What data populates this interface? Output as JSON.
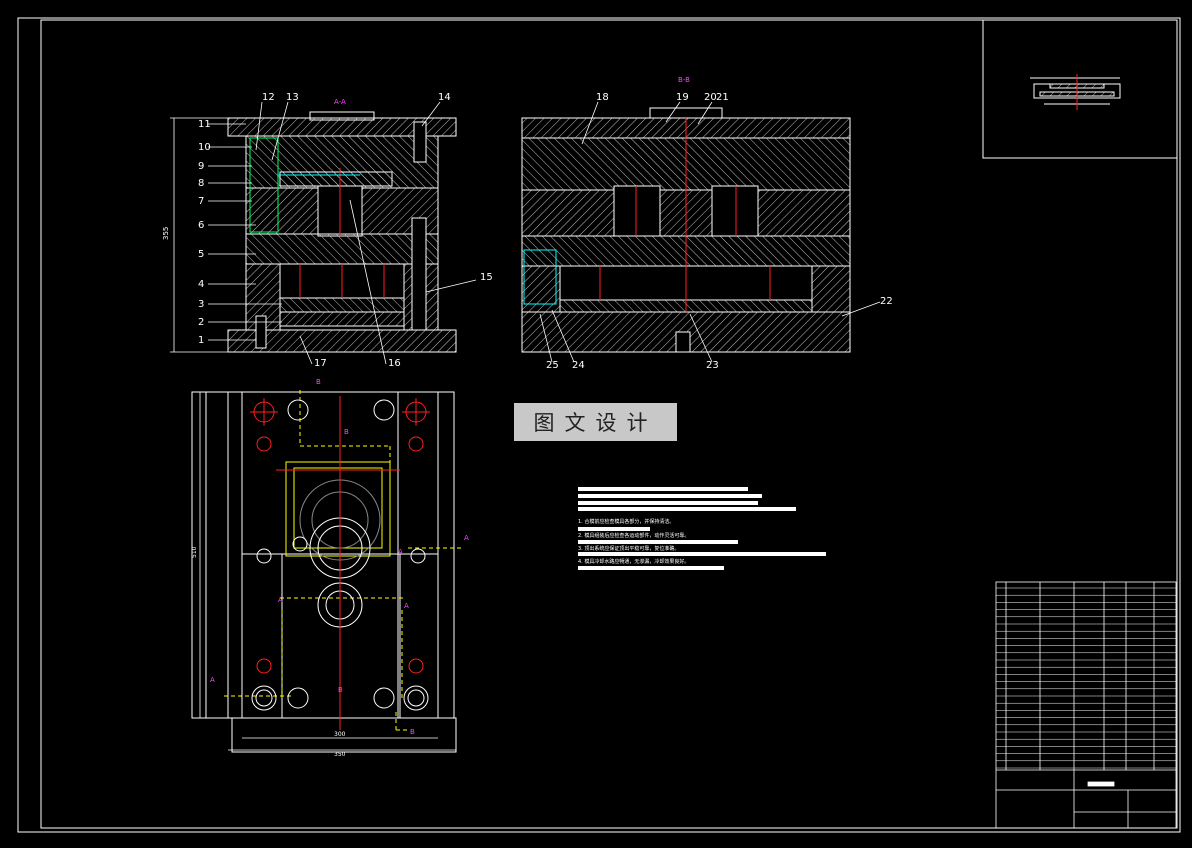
{
  "sections": {
    "aa": "A-A",
    "bb": "B-B"
  },
  "callouts_left": [
    "11",
    "10",
    "9",
    "8",
    "7",
    "6",
    "5",
    "4",
    "3",
    "2",
    "1"
  ],
  "callouts_top": [
    "12",
    "13",
    "14"
  ],
  "callouts_right": [
    "15",
    "17",
    "16"
  ],
  "callouts_b": [
    "18",
    "19",
    "20",
    "21",
    "22",
    "25",
    "24",
    "23"
  ],
  "dimensions": {
    "height": "355",
    "plan_width_inner": "300",
    "plan_width_outer": "350",
    "plan_height": "510"
  },
  "plan_marks": {
    "a": "A",
    "b": "B"
  },
  "watermark": "图文设计",
  "notes": [
    "1. 合模前应检查模具各部分，并保持清洁。",
    "2. 模具组装后应检查各运动部件，动作灵活可靠。",
    "3. 顶出系统应保证顶出平稳可靠，复位准确。",
    "4. 模具冷却水路应畅通，无渗漏，冷却效果良好。"
  ],
  "colors": {
    "line": "#ffffff",
    "red": "#ff2020",
    "yellow": "#ffff00",
    "magenta": "#ff40ff",
    "cyan": "#00ffff",
    "green": "#00ff60"
  }
}
